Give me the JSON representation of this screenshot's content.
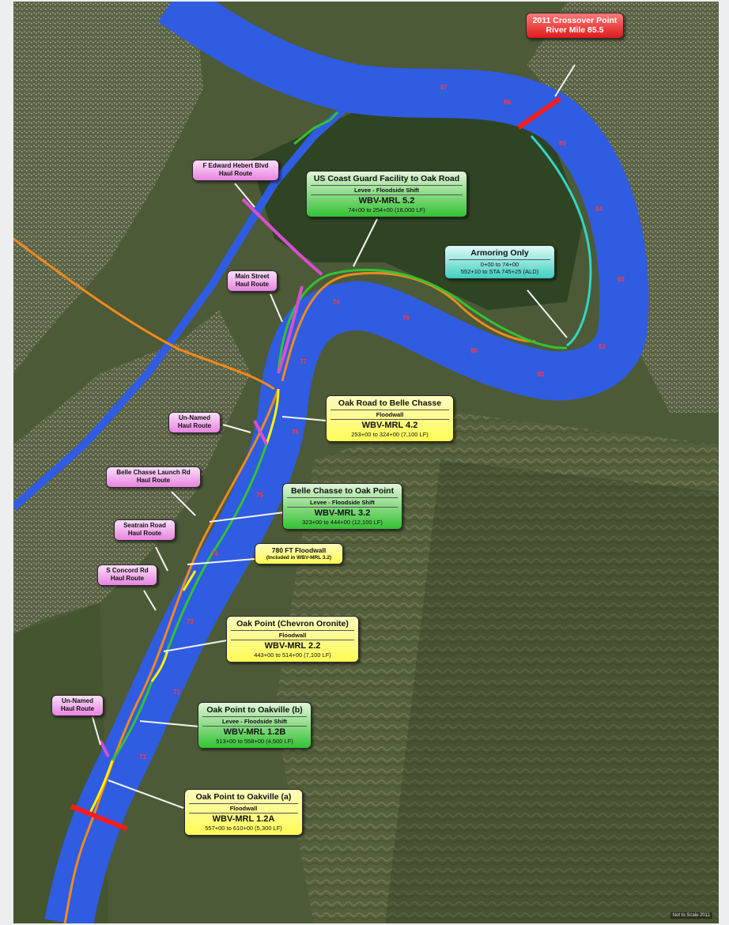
{
  "callouts": {
    "crossover": {
      "line1": "2011 Crossover Point",
      "line2": "River Mile 85.5"
    },
    "uscg": {
      "title": "US Coast Guard Facility to Oak Road",
      "subtitle": "Levee - Floodside Shift",
      "code": "WBV-MRL 5.2",
      "range": "74+00 to 254+00 (18,000 LF)"
    },
    "armoring": {
      "title": "Armoring Only",
      "range1": "0+00 to 74+00",
      "range2": "552+10 to STA 745+25 (ALD)"
    },
    "oak_belle": {
      "title": "Oak Road to Belle Chasse",
      "subtitle": "Floodwall",
      "code": "WBV-MRL 4.2",
      "range": "253+00 to 324+00 (7,100 LF)"
    },
    "belle_oak": {
      "title": "Belle Chasse to Oak Point",
      "subtitle": "Levee - Floodside Shift",
      "code": "WBV-MRL 3.2",
      "range": "323+00 to 444+00 (12,100 LF)"
    },
    "ft780": {
      "title": "780 FT Floodwall",
      "subtitle": "(Included in WBV-MRL 3.2)"
    },
    "chevron": {
      "title": "Oak Point (Chevron Oronite)",
      "subtitle": "Floodwall",
      "code": "WBV-MRL 2.2",
      "range": "443+00 to 514+00 (7,100 LF)"
    },
    "oakville_b": {
      "title": "Oak Point to Oakville (b)",
      "subtitle": "Levee - Floodside Shift",
      "code": "WBV-MRL 1.2B",
      "range": "513+00 to 558+00 (4,500 LF)"
    },
    "oakville_a": {
      "title": "Oak Point to Oakville (a)",
      "subtitle": "Floodwall",
      "code": "WBV-MRL 1.2A",
      "range": "557+00 to 610+00 (5,300 LF)"
    }
  },
  "haul_routes": {
    "edward": {
      "name": "F Edward Hebert Blvd",
      "sub": "Haul Route"
    },
    "main": {
      "name": "Main Street",
      "sub": "Haul Route"
    },
    "unnamed1": {
      "name": "Un-Named",
      "sub": "Haul Route"
    },
    "launch": {
      "name": "Belle Chasse Launch Rd",
      "sub": "Haul Route"
    },
    "seatrain": {
      "name": "Seatrain Road",
      "sub": "Haul Route"
    },
    "concord": {
      "name": "S Concord Rd",
      "sub": "Haul Route"
    },
    "unnamed2": {
      "name": "Un-Named",
      "sub": "Haul Route"
    }
  },
  "river_miles": [
    "87",
    "86",
    "85",
    "84",
    "83",
    "82",
    "81",
    "80",
    "79",
    "78",
    "77",
    "76",
    "75",
    "74",
    "73",
    "72",
    "71"
  ],
  "credit": "Not to Scale 2011",
  "colors": {
    "river": "#2f5ce0",
    "levee": "#33c233",
    "floodwall": "#fff200",
    "haul_route": "#d94fd1",
    "railroad": "#f08a1c",
    "crossover": "#ff1a1a",
    "armoring": "#33d6c4"
  }
}
